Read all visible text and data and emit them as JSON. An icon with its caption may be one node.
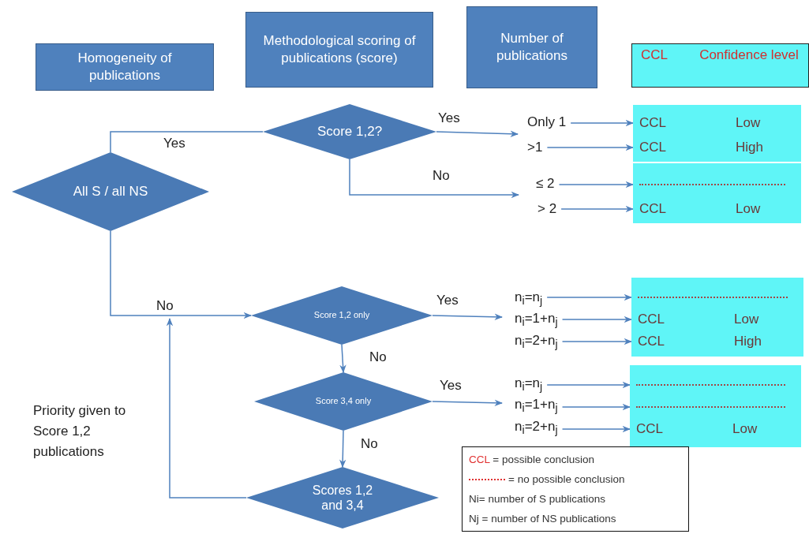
{
  "diagram": {
    "nodes": [
      {
        "text": [
          "Homogeneity of publications"
        ]
      },
      {
        "text": [
          "Methodological scoring of publications (score)"
        ]
      },
      {
        "text": [
          "Number of publications"
        ]
      },
      {
        "text": [
          "CCL",
          "Confidence level"
        ]
      },
      {
        "text": [
          "All S / all NS"
        ]
      },
      {
        "text": [
          "Score 1,2?"
        ]
      },
      {
        "text": [
          "Score 1,2 only"
        ]
      },
      {
        "text": [
          "Score 3,4 only"
        ]
      },
      {
        "text": [
          "Scores 1,2 and 3,4"
        ]
      },
      {
        "text": [
          "Only 1"
        ]
      },
      {
        "text": [
          ">1"
        ]
      },
      {
        "text": [
          "≤ 2"
        ]
      },
      {
        "text": [
          "> 2"
        ]
      },
      {
        "text": [
          "n$_{i}$=n$_{j}$"
        ]
      },
      {
        "text": [
          "n$_{i}$=1+n$_{j}$"
        ]
      },
      {
        "text": [
          "n$_{i}$=2+n$_{j}$"
        ]
      },
      {
        "text": [
          "n$_{i}$=n$_{j}$"
        ]
      },
      {
        "text": [
          "n$_{i}$=1+n$_{j}$"
        ]
      },
      {
        "text": [
          "n$_{i}$=2+n$_{j}$"
        ]
      },
      {
        "text": [],
        "shape": "box"
      },
      {
        "text": [
          "CCL",
          "Low"
        ],
        "in": 19
      },
      {
        "text": [
          "CCL",
          "High"
        ],
        "in": 19
      },
      {
        "text": [],
        "shape": "box"
      },
      {
        "text": [],
        "shape": "line",
        "in": 22
      },
      {
        "text": [
          "CCL",
          "Low"
        ],
        "in": 22
      },
      {
        "text": [],
        "shape": "box"
      },
      {
        "text": [],
        "shape": "line",
        "in": 25
      },
      {
        "text": [
          "CCL",
          "Low"
        ],
        "in": 25
      },
      {
        "text": [
          "CCL",
          "High"
        ],
        "in": 25
      },
      {
        "text": [],
        "shape": "box"
      },
      {
        "text": [],
        "shape": "line",
        "in": 29
      },
      {
        "text": [],
        "shape": "line",
        "in": 29
      },
      {
        "text": [
          "CCL",
          "Low"
        ],
        "in": 29
      }
    ],
    "edges": [
      {
        "from": 4,
        "to": 5,
        "arrow": "none",
        "label": "Yes"
      },
      {
        "from": 5,
        "to": 10,
        "arrow": "to",
        "label": "Yes"
      },
      {
        "from": 5,
        "to": 11,
        "arrow": "to",
        "label": "No"
      },
      {
        "from": 4,
        "to": 6,
        "arrow": "to",
        "label": "No"
      },
      {
        "from": 6,
        "to": 7,
        "arrow": "to",
        "label": "No"
      },
      {
        "from": 7,
        "to": 8,
        "arrow": "to",
        "label": "No"
      },
      {
        "from": 8,
        "to": null,
        "arrow": "to"
      },
      {
        "from": 6,
        "to": 13,
        "arrow": "to",
        "label": "Yes"
      },
      {
        "from": 7,
        "to": 16,
        "arrow": "to",
        "label": "Yes"
      },
      {
        "from": 9,
        "to": 20,
        "arrow": "to"
      },
      {
        "from": 10,
        "to": 21,
        "arrow": "to"
      },
      {
        "from": 11,
        "to": 23,
        "arrow": "to"
      },
      {
        "from": 12,
        "to": 24,
        "arrow": "to"
      },
      {
        "from": 13,
        "to": 26,
        "arrow": "to"
      },
      {
        "from": 14,
        "to": 27,
        "arrow": "to"
      },
      {
        "from": 15,
        "to": 28,
        "arrow": "to"
      },
      {
        "from": 16,
        "to": 30,
        "arrow": "to"
      },
      {
        "from": 17,
        "to": 31,
        "arrow": "to"
      },
      {
        "from": 18,
        "to": 32,
        "arrow": "to"
      }
    ],
    "labels": [
      "Priority given to Score 1,2 publications"
    ],
    "legend": [
      {
        "text": "CCL = possible conclusion"
      },
      {
        "text": "= no possible conclusion"
      },
      {
        "text": "Ni= number of S publications"
      },
      {
        "text": "Nj = number of NS publications"
      }
    ]
  }
}
